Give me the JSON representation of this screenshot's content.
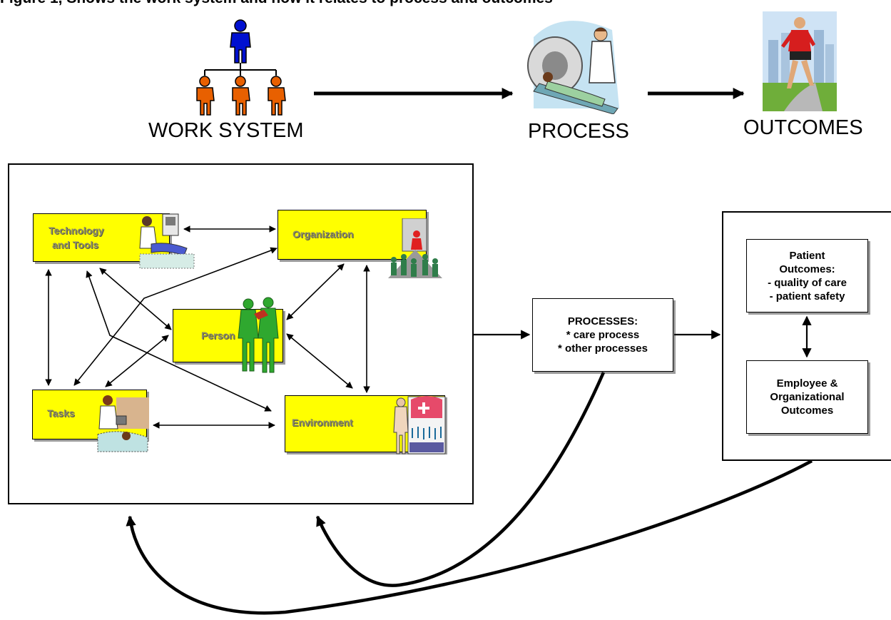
{
  "title": "Figure 1, Shows the work system and how it relates to process and outcomes",
  "top": {
    "work_system": "WORK SYSTEM",
    "process": "PROCESS",
    "outcomes": "OUTCOMES"
  },
  "work_system_elements": {
    "technology": [
      "Technology",
      "and Tools"
    ],
    "organization": "Organization",
    "person": "Person",
    "tasks": "Tasks",
    "environment": "Environment"
  },
  "processes_box": [
    "PROCESSES:",
    "* care process",
    "* other processes"
  ],
  "patient_outcomes_box": [
    "Patient",
    "Outcomes:",
    "- quality of care",
    "- patient safety"
  ],
  "employee_outcomes_box": [
    "Employee &",
    "Organizational",
    "Outcomes"
  ],
  "colors": {
    "element_fill": "#ffff00",
    "hierarchy_top": "#0000cc",
    "hierarchy_bottom": "#e65c00"
  }
}
